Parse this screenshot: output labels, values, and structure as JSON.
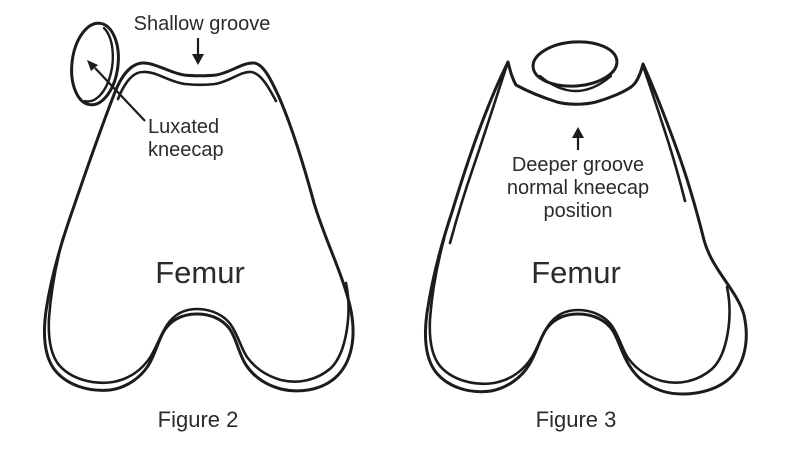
{
  "page": {
    "background": "#ffffff",
    "line_color": "#1c1c1c",
    "text_color": "#2b2b2b"
  },
  "figure2": {
    "caption": "Figure 2",
    "bone_label": "Femur",
    "shallow_groove_label": "Shallow groove",
    "luxated_kneecap_label": "Luxated\nkneecap"
  },
  "figure3": {
    "caption": "Figure 3",
    "bone_label": "Femur",
    "deeper_groove_label": "Deeper groove\nnormal kneecap\nposition"
  }
}
